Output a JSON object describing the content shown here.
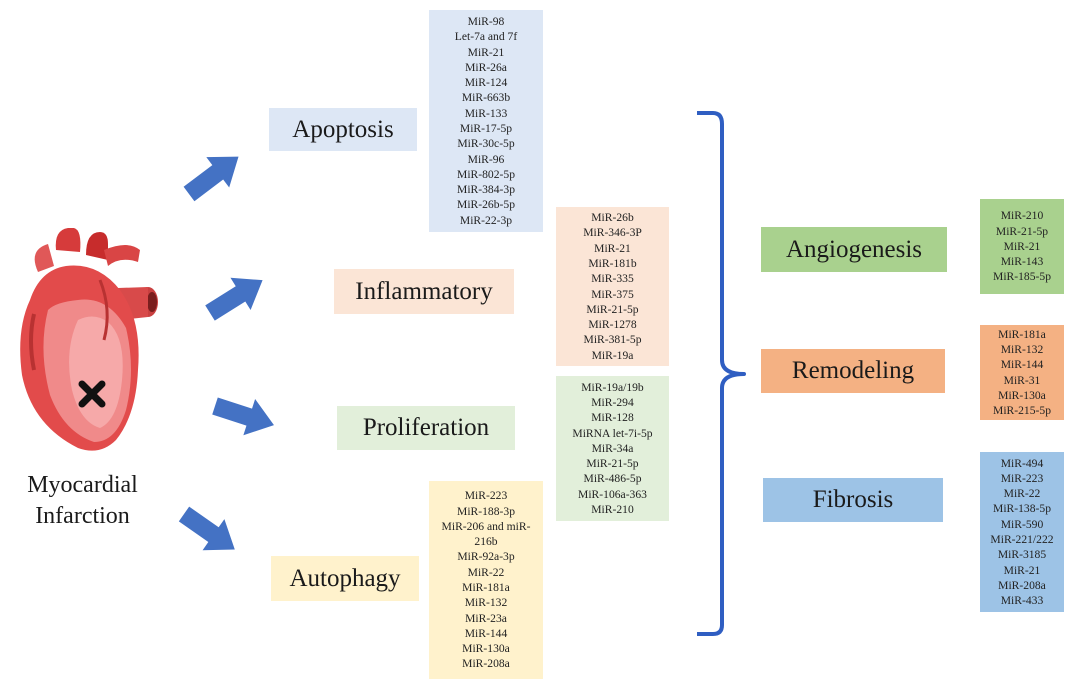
{
  "center_label": "Myocardial\nInfarction",
  "categories": {
    "apoptosis": "Apoptosis",
    "inflammatory": "Inflammatory",
    "proliferation": "Proliferation",
    "autophagy": "Autophagy",
    "angiogenesis": "Angiogenesis",
    "remodeling": "Remodeling",
    "fibrosis": "Fibrosis"
  },
  "lists": {
    "apoptosis": [
      "MiR-98",
      "Let-7a and 7f",
      "MiR-21",
      "MiR-26a",
      "MiR-124",
      "MiR-663b",
      "MiR-133",
      "MiR-17-5p",
      "MiR-30c-5p",
      "MiR-96",
      "MiR-802-5p",
      "MiR-384-3p",
      "MiR-26b-5p",
      "MiR-22-3p"
    ],
    "inflammatory": [
      "MiR-26b",
      "MiR-346-3P",
      "MiR-21",
      "MiR-181b",
      "MiR-335",
      "MiR-375",
      "MiR-21-5p",
      "MiR-1278",
      "MiR-381-5p",
      "MiR-19a"
    ],
    "proliferation": [
      "MiR-19a/19b",
      "MiR-294",
      "MiR-128",
      "MiRNA let-7i-5p",
      "MiR-34a",
      "MiR-21-5p",
      "MiR-486-5p",
      "MiR-106a-363",
      "MiR-210"
    ],
    "autophagy": [
      "MiR-223",
      "MiR-188-3p",
      "MiR-206 and miR-\n216b",
      "MiR-92a-3p",
      "MiR-22",
      "MiR-181a",
      "MiR-132",
      "MiR-23a",
      "MiR-144",
      "MiR-130a",
      "MiR-208a"
    ],
    "angiogenesis": [
      "MiR-210",
      "MiR-21-5p",
      "MiR-21",
      "MiR-143",
      "MiR-185-5p"
    ],
    "remodeling": [
      "MiR-181a",
      "MiR-132",
      "MiR-144",
      "MiR-31",
      "MiR-130a",
      "MiR-215-5p"
    ],
    "fibrosis": [
      "MiR-494",
      "MiR-223",
      "MiR-22",
      "MiR-138-5p",
      "MiR-590",
      "MiR-221/222",
      "MiR-3185",
      "MiR-21",
      "MiR-208a",
      "MiR-433"
    ]
  },
  "colors": {
    "apoptosis": "#dde7f5",
    "inflammatory": "#fbe5d6",
    "proliferation": "#e2efda",
    "autophagy": "#fff2cc",
    "angiogenesis": "#a9d18e",
    "remodeling": "#f4b183",
    "fibrosis": "#9dc3e6",
    "arrow": "#4472c4",
    "bracket": "#2f5ec2"
  },
  "icons": [
    "heart-icon",
    "cross-mark-icon",
    "arrow-icon",
    "brace-icon"
  ]
}
